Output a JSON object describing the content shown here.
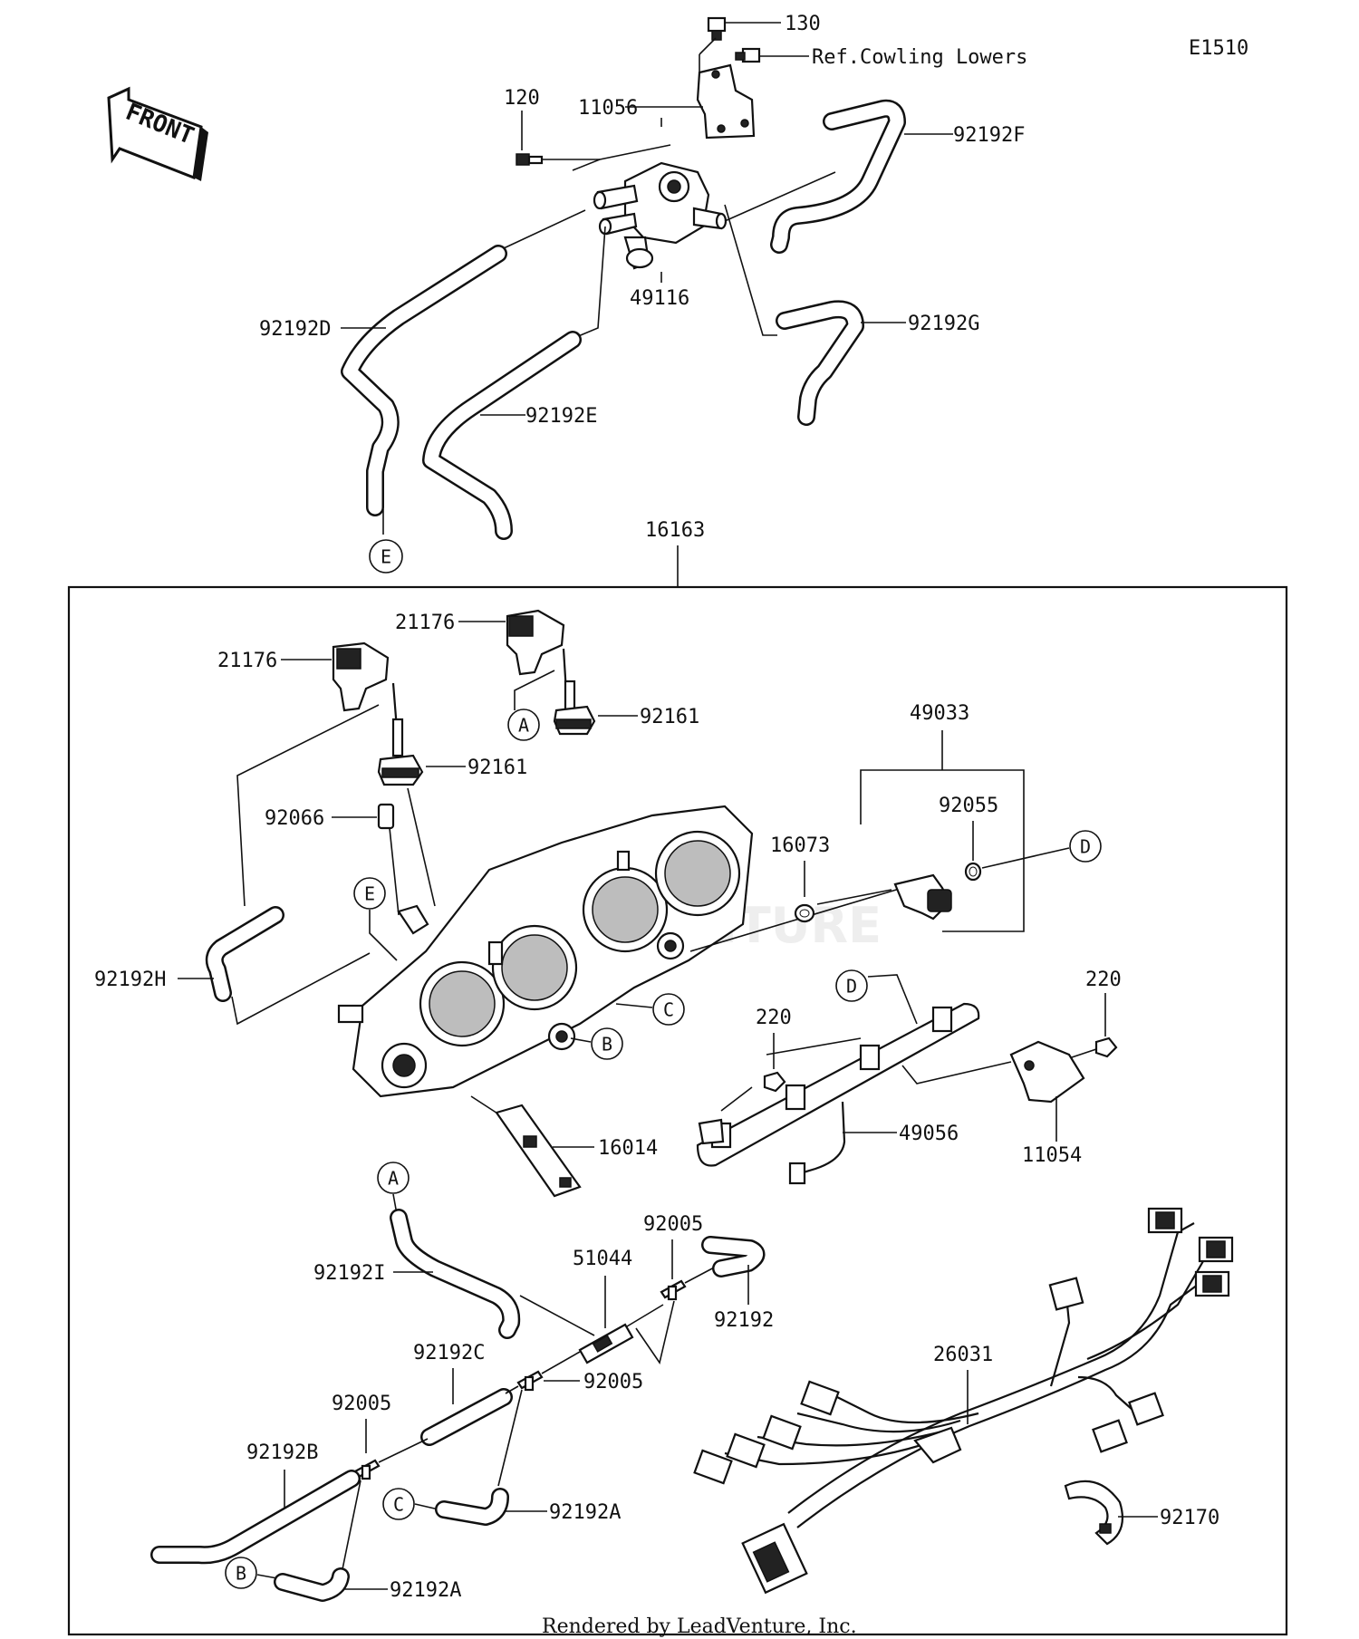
{
  "diagram_code": "E1510",
  "front_label": "FRONT",
  "credit": "Rendered by LeadVenture, Inc.",
  "watermark": "VENTURE",
  "callouts": {
    "p130": "130",
    "ref_cowling": "Ref.Cowling Lowers",
    "p120": "120",
    "p11056": "11056",
    "p92192F": "92192F",
    "p49116": "49116",
    "p92192G": "92192G",
    "p92192D": "92192D",
    "p92192E": "92192E",
    "p16163": "16163",
    "p21176_a": "21176",
    "p21176_b": "21176",
    "p92161_a": "92161",
    "p92161_b": "92161",
    "p49033": "49033",
    "p92055": "92055",
    "p16073": "16073",
    "p92066": "92066",
    "p92192H": "92192H",
    "p220_a": "220",
    "p220_b": "220",
    "p49056": "49056",
    "p11054": "11054",
    "p16014": "16014",
    "p92005_a": "92005",
    "p92005_b": "92005",
    "p92005_c": "92005",
    "p51044": "51044",
    "p92192": "92192",
    "p92192I": "92192I",
    "p92192C": "92192C",
    "p92192B": "92192B",
    "p92192A_a": "92192A",
    "p92192A_b": "92192A",
    "p26031": "26031",
    "p92170": "92170"
  },
  "connectors": {
    "E_top": "E",
    "E_body": "E",
    "A_top": "A",
    "A_bottom": "A",
    "B_body": "B",
    "B_bottom": "B",
    "C_body": "C",
    "C_bottom": "C",
    "D_right": "D",
    "D_rail": "D"
  }
}
